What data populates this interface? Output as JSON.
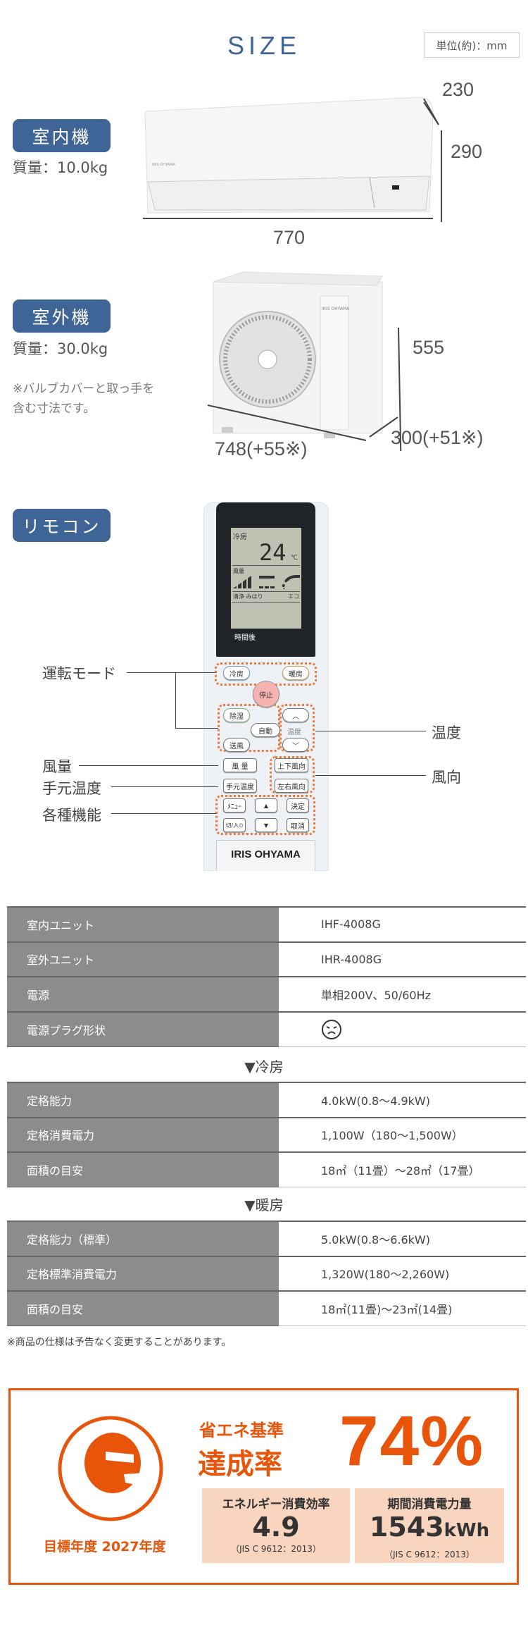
{
  "size": {
    "title": "SIZE",
    "unit": "単位(約)：mm"
  },
  "indoor": {
    "badge": "室内機",
    "weight": "質量：10.0kg",
    "depth": "230",
    "height": "290",
    "width": "770",
    "brand": "IRIS OHYAMA"
  },
  "outdoor": {
    "badge": "室外機",
    "weight": "質量：30.0kg",
    "note1": "※バルブカバーと取っ手を",
    "note2": "含む寸法です。",
    "height": "555",
    "width": "748(+55※)",
    "depth": "300(+51※)",
    "brand": "IRIS OHYAMA"
  },
  "remote": {
    "badge": "リモコン",
    "lcd": {
      "mode": "冷房",
      "temp": "24",
      "unit": "℃",
      "fan": "風量",
      "status_left": "清浄 みはり",
      "status_right": "エコ",
      "timer": "時間後"
    },
    "buttons": {
      "cool": "冷房",
      "heat": "暖房",
      "stop": "停止",
      "dry": "除湿",
      "auto": "自動",
      "fan_only": "送風",
      "temp_up": "︿",
      "temp_label": "温度",
      "temp_down": "﹀",
      "fan_speed": "風 量",
      "local_temp": "手元温度",
      "vertical": "上下風向",
      "horizontal": "左右風向",
      "menu": "ﾒﾆｭｰ",
      "up": "▲",
      "ok": "決定",
      "timer": "切/入⏲",
      "down": "▼",
      "cancel": "取消"
    },
    "logo": "IRIS OHYAMA",
    "callouts": {
      "mode": "運転モード",
      "temp": "温度",
      "fan": "風量",
      "local_temp": "手元温度",
      "functions": "各種機能",
      "direction": "風向"
    }
  },
  "specs": {
    "general": [
      {
        "label": "室内ユニット",
        "value": "IHF-4008G"
      },
      {
        "label": "室外ユニット",
        "value": "IHR-4008G"
      },
      {
        "label": "電源",
        "value": "単相200V、50/60Hz"
      },
      {
        "label": "電源プラグ形状",
        "value": "",
        "icon": "plug-outlet-icon"
      }
    ],
    "cooling_heading": "▼冷房",
    "cooling": [
      {
        "label": "定格能力",
        "value": "4.0kW(0.8〜4.9kW)"
      },
      {
        "label": "定格消費電力",
        "value": "1,100W（180〜1,500W）"
      },
      {
        "label": "面積の目安",
        "value": "18㎡（11畳）〜28㎡（17畳）"
      }
    ],
    "heating_heading": "▼暖房",
    "heating": [
      {
        "label": "定格能力（標準）",
        "value": "5.0kW(0.8〜6.6kW)"
      },
      {
        "label": "定格標準消費電力",
        "value": "1,320W(180〜2,260W)"
      },
      {
        "label": "面積の目安",
        "value": "18㎡(11畳)〜23㎡(14畳)"
      }
    ],
    "footnote": "※商品の仕様は予告なく変更することがあります。"
  },
  "energy": {
    "target": "目標年度 2027年度",
    "line1": "省エネ基準",
    "line2": "達成率",
    "rate": "74%",
    "efficiency_label": "エネルギー消費効率",
    "efficiency_value": "4.9",
    "efficiency_std": "（JIS C 9612：2013）",
    "power_label": "期間消費電力量",
    "power_value": "1543",
    "power_unit": "kWh",
    "power_std": "（JIS C 9612：2013）",
    "color": "#e8550a"
  }
}
